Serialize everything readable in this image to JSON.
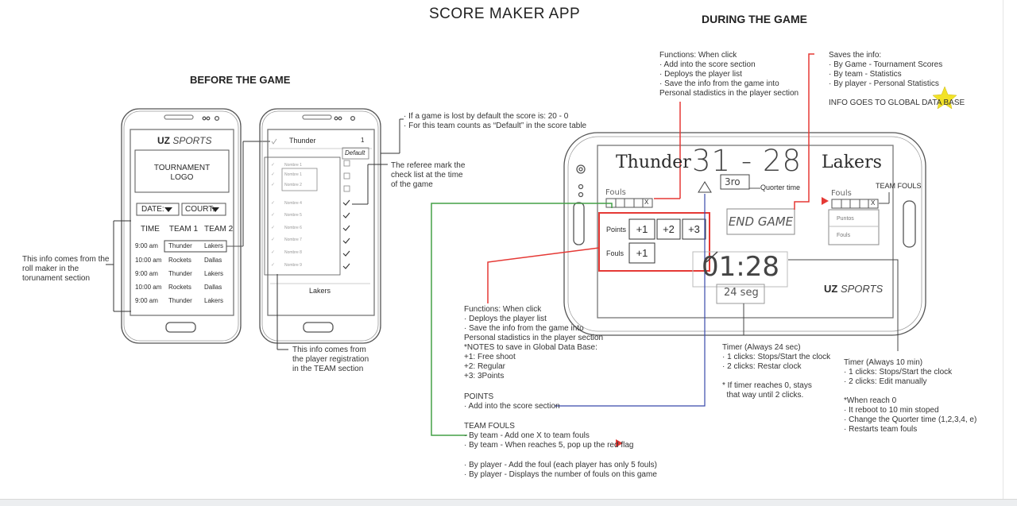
{
  "title": "SCORE MAKER APP",
  "before": {
    "heading": "BEFORE THE GAME",
    "phone1": {
      "brand_bold": "UZ",
      "brand_light": "SPORTS",
      "logo_line1": "TOURNAMENT",
      "logo_line2": "LOGO",
      "date_label": "DATE:",
      "court_label": "COURT:",
      "columns": [
        "TIME",
        "TEAM 1",
        "TEAM 2"
      ],
      "rows": [
        {
          "time": "9:00 am",
          "team1": "Thunder",
          "team2": "Lakers"
        },
        {
          "time": "10:00 am",
          "team1": "Rockets",
          "team2": "Dallas"
        },
        {
          "time": "9:00 am",
          "team1": "Thunder",
          "team2": "Lakers"
        },
        {
          "time": "10:00 am",
          "team1": "Rockets",
          "team2": "Dallas"
        },
        {
          "time": "9:00 am",
          "team1": "Thunder",
          "team2": "Lakers"
        }
      ]
    },
    "phone2": {
      "team_top": "Thunder",
      "team_top_count": "1",
      "default_label": "Default",
      "player_rows": [
        "Nombre 1",
        "Nombre 1",
        "Nombre 2",
        "Nombre 4",
        "Nombre 5",
        "Nombre 6",
        "Nombre 7",
        "Nombre 8",
        "Nombre 9"
      ],
      "team_bottom": "Lakers"
    },
    "note_roll": [
      "This info comes from the",
      "roll maker in the",
      "torunament section"
    ],
    "note_registration": [
      "This info comes from",
      "the player registration",
      "in the TEAM section"
    ],
    "note_default": [
      "· If a game is lost by default the score is: 20 - 0",
      "· For this team counts as “Default” in the score table"
    ],
    "note_referee": [
      "The referee mark the",
      "check list at the time",
      "of the game"
    ]
  },
  "during": {
    "heading": "DURING THE GAME",
    "scoreboard": {
      "home": "Thunder",
      "away": "Lakers",
      "score": "31 - 28",
      "quarter": "3ro",
      "quarter_label": "Quorter time",
      "fouls_label": "Fouls",
      "fouls_mark": "X",
      "team_fouls_label": "TEAM FOULS",
      "points_label": "Points",
      "point_buttons": [
        "+1",
        "+2",
        "+3"
      ],
      "fouls_row_label": "Fouls",
      "foul_button": "+1",
      "end_game": "END GAME",
      "timer": "01:28",
      "shot_clock": "24 seg",
      "player_box_points": "Puntos",
      "player_box_fouls": "Fouls",
      "brand_bold": "UZ",
      "brand_light": "SPORTS"
    },
    "note_functions_top": [
      "Functions: When click",
      "· Add into the score section",
      "· Deploys the player list",
      "· Save the info from the game into",
      "Personal stadistics in the player section"
    ],
    "note_saves": [
      "Saves the info:",
      "· By Game - Tournament Scores",
      "· By team - Statistics",
      "· By player - Personal Statistics",
      "",
      "INFO GOES TO GLOBAL DATA BASE"
    ],
    "note_functions_bottom": [
      "Functions: When click",
      "· Deploys the player list",
      "· Save the info from the game into",
      "Personal stadistics in the player section",
      "*NOTES to save in Global Data Base:",
      "+1: Free shoot",
      "+2: Regular",
      "+3: 3Points"
    ],
    "note_points": [
      "POINTS",
      "· Add into the score section"
    ],
    "note_team_fouls": [
      "TEAM FOULS",
      "· By team - Add one X to team fouls",
      "· By team - When reaches 5, pop up the red flag"
    ],
    "note_by_player": [
      "· By player - Add the foul (each player has only 5 fouls)",
      "· By player - Displays the number of fouls on this game"
    ],
    "note_timer24": [
      "Timer (Always 24 sec)",
      "· 1 clicks: Stops/Start the clock",
      "· 2 clicks: Restar clock",
      "",
      "* If timer reaches 0, stays",
      "  that way until 2 clicks."
    ],
    "note_timer10": [
      "Timer (Always 10 min)",
      "· 1 clicks: Stops/Start the clock",
      "· 2 clicks: Edit manually",
      "",
      "*When reach 0",
      "· It reboot to 10 min stoped",
      "· Change the Quorter time (1,2,3,4, e)",
      "· Restarts team fouls"
    ]
  },
  "colors": {
    "red": "#e53935",
    "green": "#43a047",
    "blue": "#3949ab",
    "star": "#f2e227",
    "ink": "#333333"
  }
}
